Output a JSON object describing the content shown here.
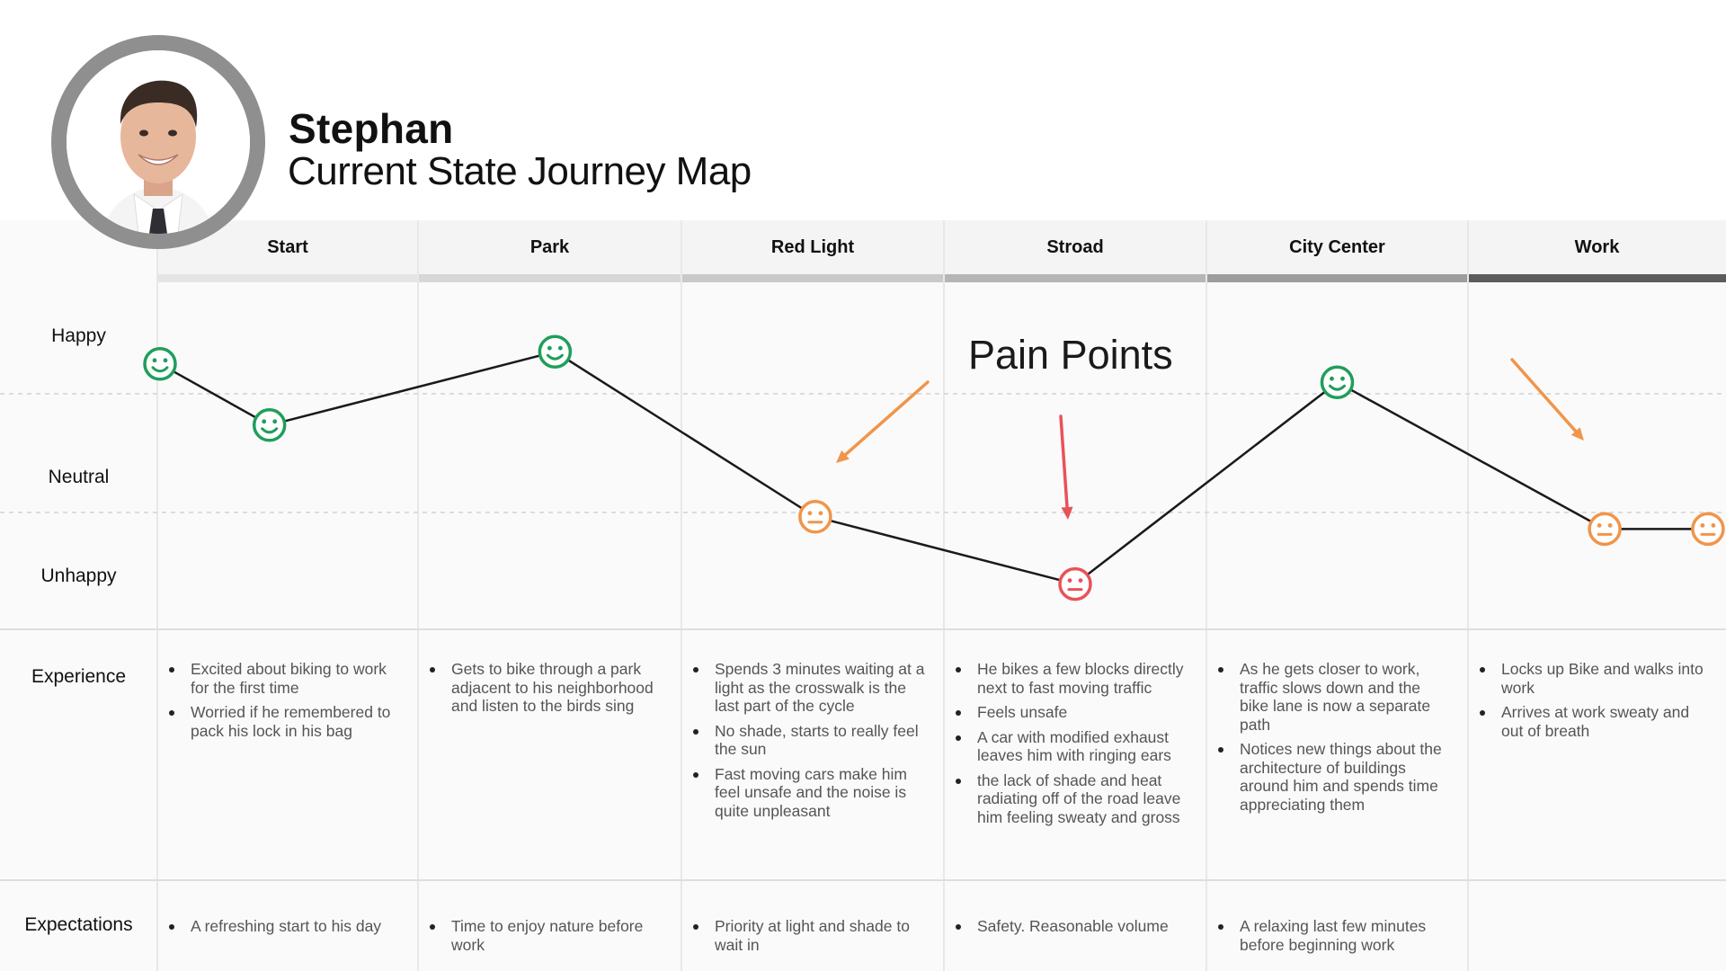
{
  "persona": {
    "name": "Stephan",
    "title": "Current State Journey Map"
  },
  "stages": [
    {
      "label": "Start",
      "bar_color": "#e4e4e4"
    },
    {
      "label": "Park",
      "bar_color": "#d7d7d7"
    },
    {
      "label": "Red Light",
      "bar_color": "#c9c9c9"
    },
    {
      "label": "Stroad",
      "bar_color": "#b5b5b5"
    },
    {
      "label": "City Center",
      "bar_color": "#9d9d9d"
    },
    {
      "label": "Work",
      "bar_color": "#5c5c5c"
    }
  ],
  "rows": {
    "happy": "Happy",
    "neutral": "Neutral",
    "unhappy": "Unhappy",
    "experience": "Experience",
    "expectations": "Expectations"
  },
  "experience": [
    [
      "Excited about biking to work for the first time",
      "Worried if he remembered to pack his lock in his bag"
    ],
    [
      "Gets to bike through a park adjacent to his neighborhood and listen to the birds sing"
    ],
    [
      "Spends 3 minutes waiting at a light as the crosswalk is the last part of the cycle",
      "No shade, starts to really feel the sun",
      "Fast moving cars make him feel unsafe and the noise is quite unpleasant"
    ],
    [
      "He bikes a few blocks directly next to fast moving traffic",
      "Feels unsafe",
      "A car with modified exhaust leaves him with ringing ears",
      "the lack of shade and heat radiating off of the road leave him feeling sweaty and gross"
    ],
    [
      "As he gets closer to work, traffic slows down and the bike lane is now a separate path",
      "Notices new things about the architecture of buildings around him and spends time appreciating them"
    ],
    [
      "Locks up Bike and walks into work",
      "Arrives at work sweaty and out of breath"
    ]
  ],
  "expectations": [
    [
      "A refreshing start to his day"
    ],
    [
      "Time to enjoy nature before work"
    ],
    [
      "Priority at light and shade to wait in"
    ],
    [
      "Safety. Reasonable volume"
    ],
    [
      "A relaxing last few minutes before beginning work"
    ],
    []
  ],
  "chart_data": {
    "type": "line",
    "title": "",
    "y_levels": [
      "Unhappy",
      "Neutral",
      "Happy"
    ],
    "y_scale": "1 = Unhappy, 2 = Neutral, 3 = Happy",
    "points": [
      {
        "stage": "Start",
        "mood": 2.95,
        "face": "happy"
      },
      {
        "stage": "Start",
        "mood": 2.45,
        "face": "happy"
      },
      {
        "stage": "Park",
        "mood": 3.05,
        "face": "happy"
      },
      {
        "stage": "Red Light",
        "mood": 1.7,
        "face": "neutral"
      },
      {
        "stage": "Stroad",
        "mood": 1.15,
        "face": "unhappy"
      },
      {
        "stage": "City Center",
        "mood": 2.8,
        "face": "happy"
      },
      {
        "stage": "Work",
        "mood": 1.6,
        "face": "neutral"
      },
      {
        "stage": "Work",
        "mood": 1.6,
        "face": "neutral"
      }
    ],
    "annotation": {
      "label": "Pain Points",
      "arrows": [
        {
          "target_stage": "Red Light",
          "color": "#f0954a"
        },
        {
          "target_stage": "Stroad",
          "color": "#e8525a"
        },
        {
          "target_stage": "Work",
          "color": "#f0954a"
        }
      ]
    },
    "colors": {
      "line": "#1a1a1a",
      "happy": "#1f9e5a",
      "neutral": "#f0954a",
      "unhappy": "#e8525a",
      "gridline": "#dcdcdc"
    }
  }
}
